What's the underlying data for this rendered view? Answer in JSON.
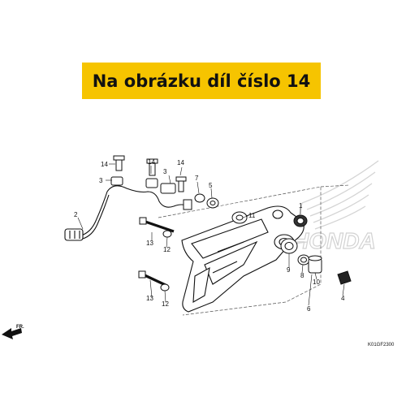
{
  "banner": {
    "text": "Na obrázku díl číslo 14"
  },
  "diagram": {
    "logo_text": "HONDA",
    "direction_label": "FR.",
    "drawing_code": "K01GF2300",
    "callouts": [
      {
        "id": "c14a",
        "text": "14"
      },
      {
        "id": "c3a",
        "text": "3"
      },
      {
        "id": "c14b",
        "text": "14"
      },
      {
        "id": "c3b",
        "text": "3"
      },
      {
        "id": "c14c",
        "text": "14"
      },
      {
        "id": "c7",
        "text": "7"
      },
      {
        "id": "c5",
        "text": "5"
      },
      {
        "id": "c2",
        "text": "2"
      },
      {
        "id": "c11",
        "text": "11"
      },
      {
        "id": "c1",
        "text": "1"
      },
      {
        "id": "c13a",
        "text": "13"
      },
      {
        "id": "c12a",
        "text": "12"
      },
      {
        "id": "c9",
        "text": "9"
      },
      {
        "id": "c8",
        "text": "8"
      },
      {
        "id": "c10",
        "text": "10"
      },
      {
        "id": "c13b",
        "text": "13"
      },
      {
        "id": "c12b",
        "text": "12"
      },
      {
        "id": "c6",
        "text": "6"
      },
      {
        "id": "c4",
        "text": "4"
      }
    ]
  }
}
